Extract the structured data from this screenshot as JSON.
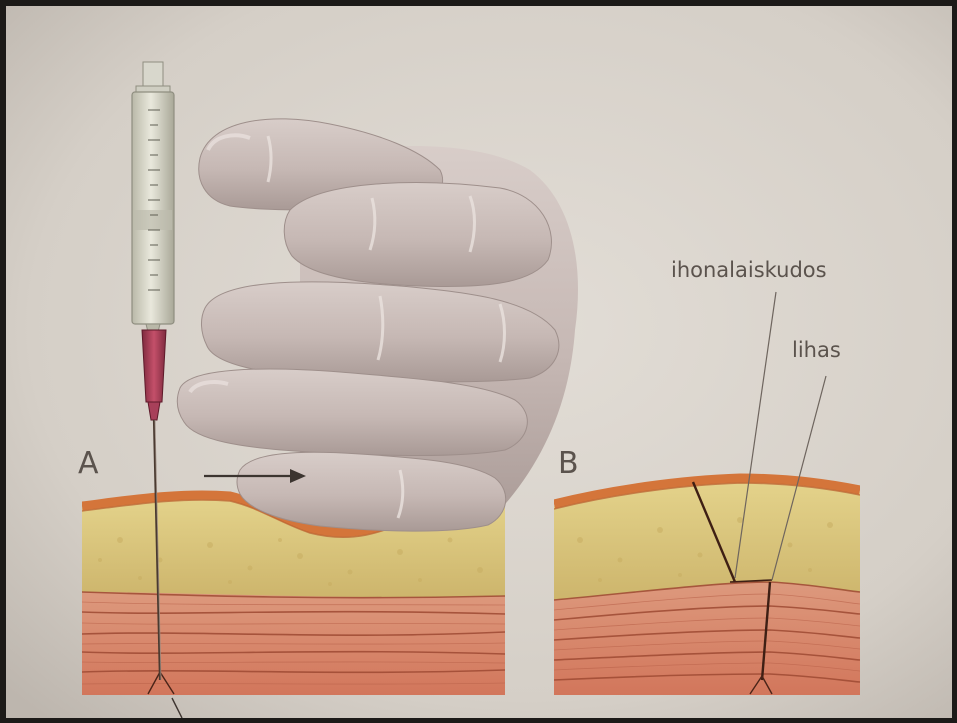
{
  "figure": {
    "panel_a_label": "A",
    "panel_b_label": "B",
    "labels": {
      "subcutaneous_tissue": "ihonalaiskudos",
      "muscle": "lihas"
    }
  },
  "colors": {
    "page": "#dcd6cf",
    "skin": "#d4753a",
    "subcutaneous_fat": "#dcc97e",
    "muscle": "#d98a6e",
    "muscle_lines": "#9e4a33",
    "needle_hub": "#b0405a",
    "hand": "#c9bcb8",
    "label_text": "#5b534d",
    "leader_line": "#6e655e"
  }
}
